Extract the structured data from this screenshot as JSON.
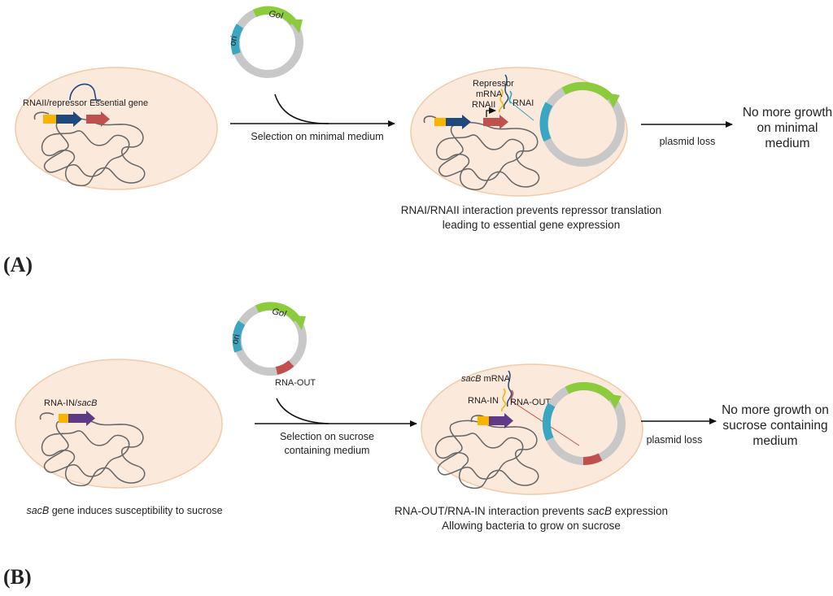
{
  "panel_a": {
    "letter": "(A)",
    "cell1_label1": "RNAII/repressor",
    "cell1_label2": "Essential gene",
    "plasmid_goi": "GoI",
    "plasmid_ori": "ori",
    "arrow1_label": "Selection on minimal medium",
    "cell2_repressor_line1": "Repressor",
    "cell2_repressor_line2": "mRNA",
    "cell2_rnaii": "RNAII",
    "cell2_rnai": "RNAI",
    "arrow2_label": "plasmid loss",
    "result_line1": "No more growth",
    "result_line2": "on minimal",
    "result_line3": "medium",
    "caption_line1": "RNAI/RNAII interaction prevents repressor translation",
    "caption_line2": "leading to essential gene expression"
  },
  "panel_b": {
    "letter": "(B)",
    "cell1_label_prefix": "RNA-IN/",
    "cell1_label_gene": "sacB",
    "plasmid_goi": "GoI",
    "plasmid_ori": "ori",
    "plasmid_rna_out": "RNA-OUT",
    "arrow1_label_line1": "Selection on sucrose",
    "arrow1_label_line2": "containing medium",
    "cell2_sacb_gene": "sacB",
    "cell2_sacb_suffix": " mRNA",
    "cell2_rna_in": "RNA-IN",
    "cell2_rna_out": "RNA-OUT",
    "arrow2_label": "plasmid loss",
    "result_line1": "No more growth on",
    "result_line2": "sucrose containing",
    "result_line3": "medium",
    "caption_left_gene": "sacB",
    "caption_left_rest": " gene induces susceptibility to sucrose",
    "caption_line1_prefix": "RNA-OUT/RNA-IN interaction prevents ",
    "caption_line1_gene": "sacB",
    "caption_line1_suffix": " expression",
    "caption_line2": "Allowing bacteria  to grow on sucrose"
  },
  "colors": {
    "cell_fill": "#fbe9dc",
    "cell_stroke": "#f3c9a6",
    "plasmid_ring": "#c8c8c8",
    "goi_green": "#8ccc3c",
    "ori_blue": "#3aa6c2",
    "promoter_yellow": "#f7b500",
    "repressor_blue": "#1f497d",
    "essential_red": "#c0504d",
    "sacb_purple": "#5e3a87",
    "rna_out_red": "#c0504d"
  }
}
